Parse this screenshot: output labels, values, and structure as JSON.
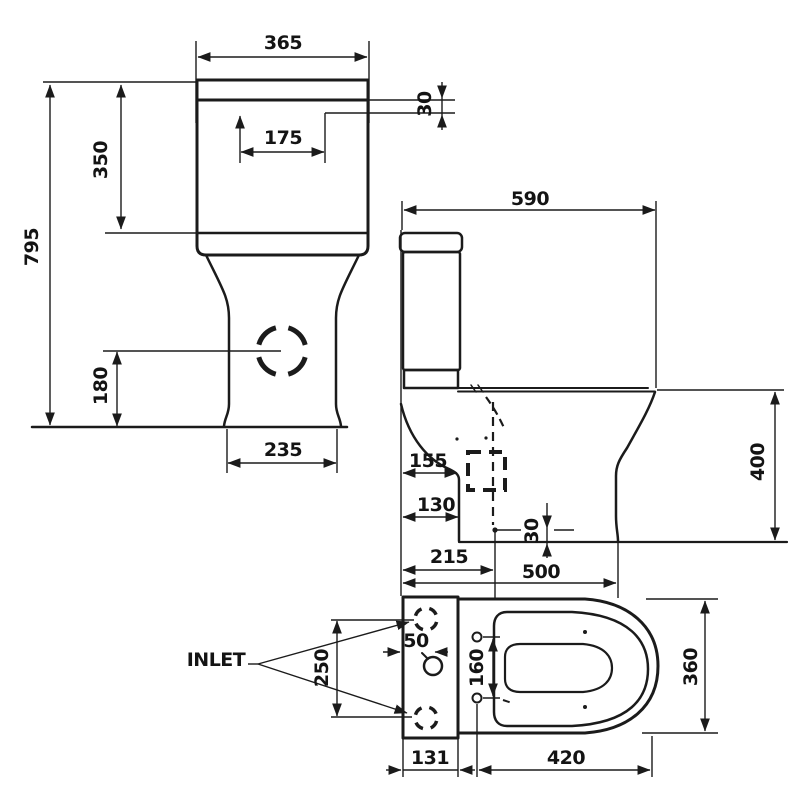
{
  "front_view": {
    "tank_width": "365",
    "total_height": "795",
    "tank_height": "350",
    "lid_height": "30",
    "flush_offset": "175",
    "outlet_height": "180",
    "base_width": "235"
  },
  "side_view": {
    "depth": "590",
    "bowl_height": "400",
    "back_to_outlet_box": "155",
    "back_to_foot": "130",
    "back_to_soil_center": "215",
    "back_to_front_fixing": "500",
    "outlet_gap": "30"
  },
  "plan_view": {
    "inlet_label": "INLET",
    "inlet_spacing": "250",
    "inlet_offset": "50",
    "fixing_hole_spacing": "160",
    "pan_width": "360",
    "seat_length": "420",
    "plate_depth": "131"
  },
  "colors": {
    "line": "#1b1b1b",
    "background": "#ffffff"
  }
}
